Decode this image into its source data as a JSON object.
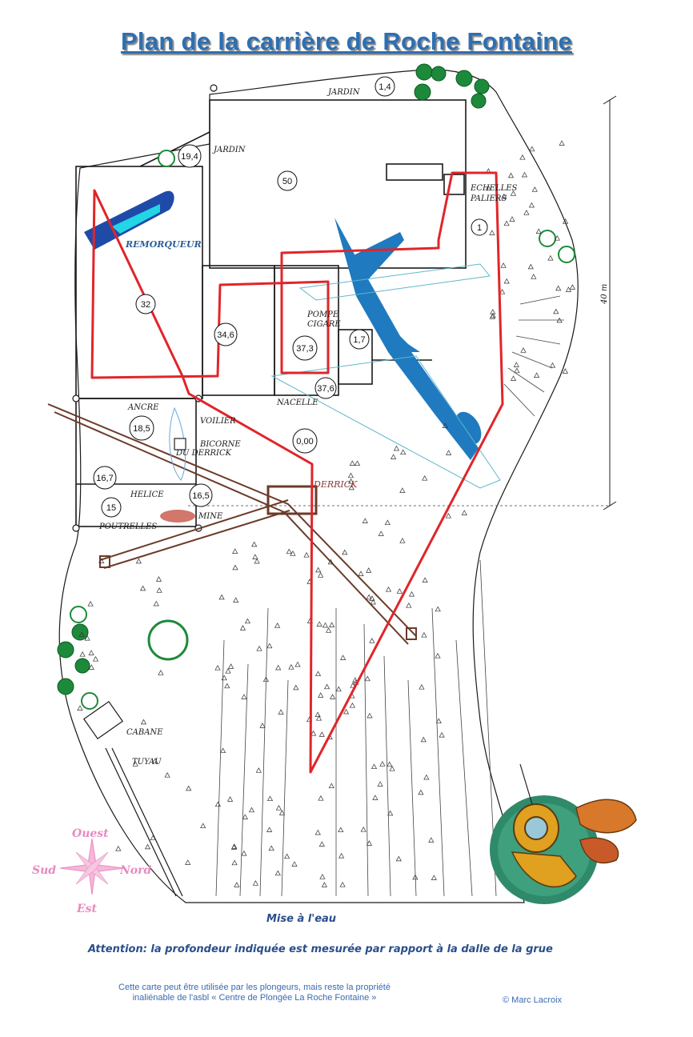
{
  "title": "Plan de la carrière de Roche Fontaine",
  "labels": {
    "jardin_top": "JARDIN",
    "jardin_left": "JARDIN",
    "echelles": "ECHELLES",
    "paliers": "PALIERS",
    "remorqueur": "REMORQUEUR",
    "pompe": "POMPE",
    "cigare": "CIGARE",
    "nacelle": "NACELLE",
    "ancre": "ANCRE",
    "voilier": "VOILIER",
    "bicorne": "BICORNE",
    "du_derrick": "DU DERRICK",
    "derrick": "DERRICK",
    "helice": "HELICE",
    "mine": "MINE",
    "poutrelles": "POUTRELLES",
    "cabane": "CABANE",
    "tuyau": "TUYAU",
    "scale": "40 m"
  },
  "depths": {
    "d1_4": "1,4",
    "d19_4": "19,4",
    "d50": "50",
    "d1": "1",
    "d32": "32",
    "d34_6": "34,6",
    "d37_3": "37,3",
    "d1_7": "1,7",
    "d37_6": "37,6",
    "d18_5": "18,5",
    "d0_00": "0,00",
    "d16_7": "16,7",
    "d16_5": "16,5",
    "d15": "15"
  },
  "compass": {
    "ouest": "Ouest",
    "sud": "Sud",
    "nord": "Nord",
    "est": "Est"
  },
  "mise_a_leau": "Mise à l'eau",
  "attention": "Attention: la profondeur indiquée est mesurée par rapport à la dalle de la grue",
  "footer": {
    "line1": "Cette carte peut être utilisée par les plongeurs, mais reste la propriété",
    "line2": "inaliénable de l'asbl « Centre de Plongée La Roche Fontaine »",
    "copyright": "© Marc Lacroix"
  },
  "colors": {
    "route": "#e0252a",
    "plane": "#1f7ac0",
    "boat": "#1f4aa8",
    "boat_inner": "#22d6e6",
    "crane": "#6b3b2a",
    "title": "#2d6fb3",
    "compass": "#e88ac0"
  }
}
